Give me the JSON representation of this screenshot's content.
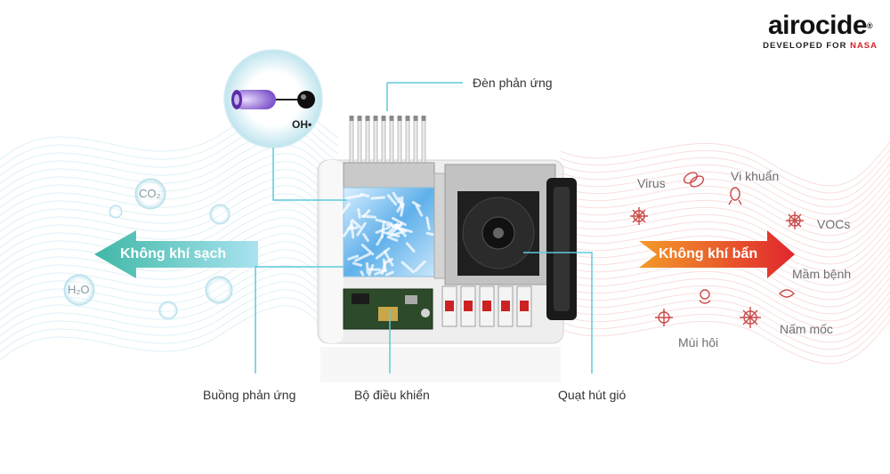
{
  "brand": {
    "name": "airocide",
    "registered": "®",
    "tagline_prefix": "DEVELOPED FOR ",
    "tagline_highlight": "NASA",
    "accent_color": "#d2232a"
  },
  "callouts": {
    "lamp": "Đèn phản ứng",
    "chamber": "Buồng phản ứng",
    "controller": "Bộ điều khiển",
    "fan": "Quạt hút gió"
  },
  "clean_air": {
    "label": "Không khí sạch",
    "molecules": [
      "CO₂",
      "H₂O"
    ],
    "color": "#4cc1b0"
  },
  "dirty_air": {
    "label": "Không khí bẩn",
    "pathogens": [
      "Virus",
      "Vi khuẩn",
      "VOCs",
      "Mầm bệnh",
      "Nấm mốc",
      "Mùi hôi"
    ],
    "color": "#e23a2a"
  },
  "radical": {
    "label": "OH•"
  }
}
